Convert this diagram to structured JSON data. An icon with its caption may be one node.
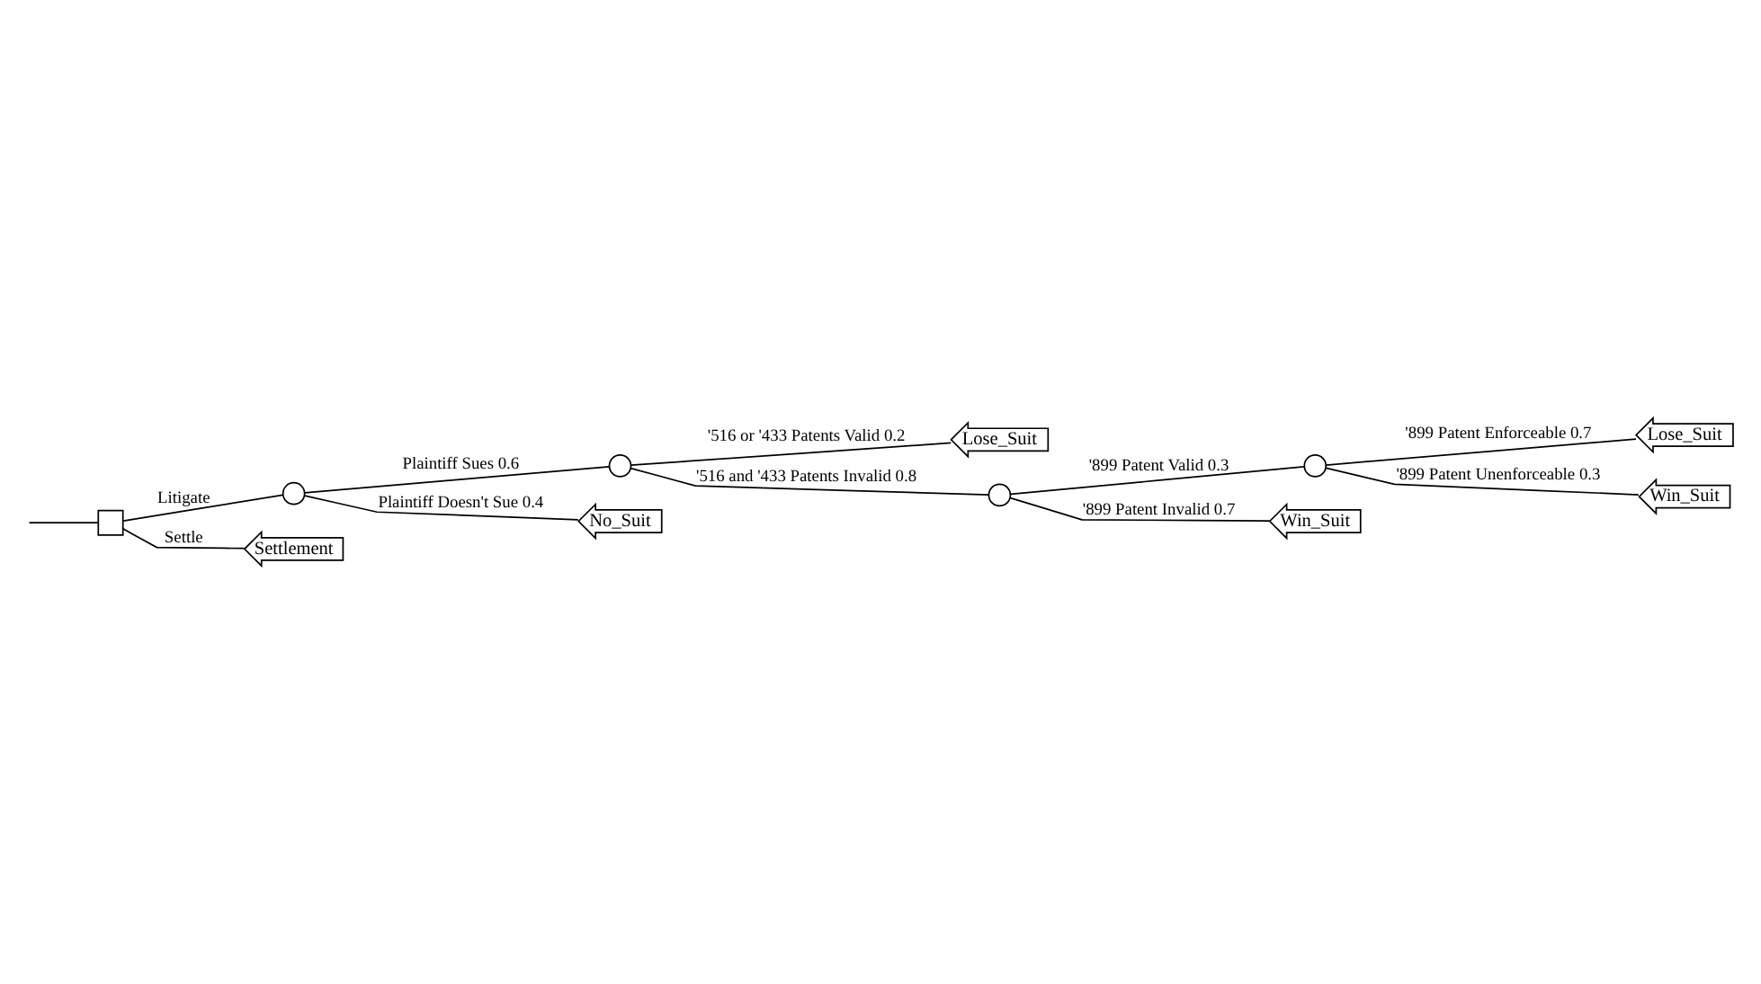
{
  "diagram": {
    "nodes": [
      {
        "text": [],
        "shape": "box"
      },
      {
        "text": [],
        "shape": "circle"
      },
      {
        "text": [],
        "shape": "circle"
      },
      {
        "text": [
          "Lose_Suit"
        ]
      },
      {
        "text": [],
        "shape": "circle"
      },
      {
        "text": [],
        "shape": "circle"
      },
      {
        "text": [
          "Lose_Suit"
        ]
      },
      {
        "text": [
          "Win_Suit"
        ]
      },
      {
        "text": [
          "Win_Suit"
        ]
      },
      {
        "text": [
          "No_Suit"
        ]
      },
      {
        "text": [
          "Settlement"
        ]
      }
    ],
    "edges": [
      {
        "from": null,
        "to": 0,
        "arrow": "none"
      },
      {
        "from": 0,
        "to": 1,
        "arrow": "none",
        "label": "Litigate"
      },
      {
        "from": 1,
        "to": 2,
        "arrow": "none",
        "label": "Plaintiff Sues 0.6"
      },
      {
        "from": 2,
        "to": 3,
        "arrow": "none",
        "label": "'516 or '433 Patents Valid 0.2"
      },
      {
        "from": 2,
        "to": 4,
        "arrow": "none",
        "label": "'516 and '433 Patents Invalid 0.8"
      },
      {
        "from": 4,
        "to": 5,
        "arrow": "none",
        "label": "'899 Patent Valid 0.3"
      },
      {
        "from": 5,
        "to": 6,
        "arrow": "none",
        "label": "'899 Patent Enforceable 0.7"
      },
      {
        "from": 5,
        "to": 7,
        "arrow": "none",
        "label": "'899 Patent Unenforceable 0.3"
      },
      {
        "from": 4,
        "to": 8,
        "arrow": "none",
        "label": "'899 Patent Invalid 0.7"
      },
      {
        "from": 1,
        "to": 9,
        "arrow": "none",
        "label": "Plaintiff Doesn't Sue 0.4"
      },
      {
        "from": 0,
        "to": 10,
        "arrow": "none",
        "label": "Settle"
      }
    ]
  }
}
